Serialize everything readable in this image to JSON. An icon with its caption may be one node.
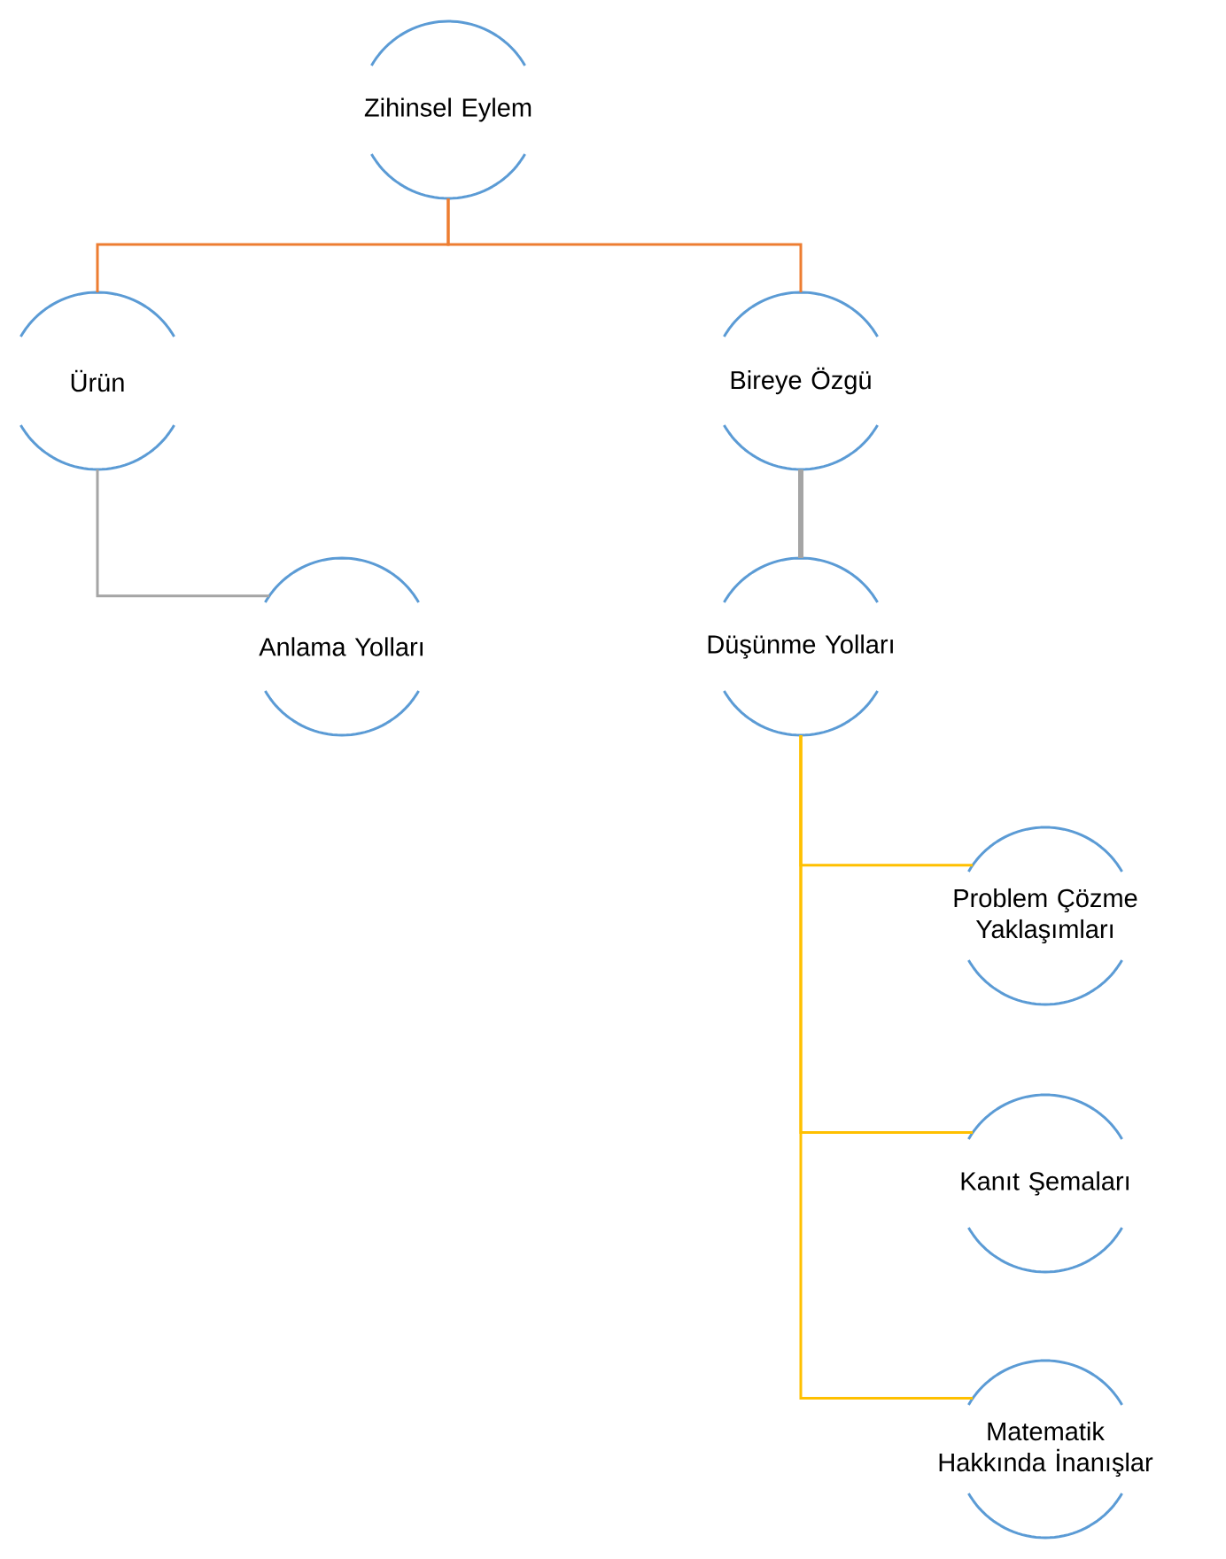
{
  "diagram": {
    "nodes": [
      {
        "text": [
          "Zihinsel Eylem"
        ]
      },
      {
        "text": [
          "Ürün"
        ]
      },
      {
        "text": [
          "Bireye Özgü"
        ]
      },
      {
        "text": [
          "Anlama Yolları"
        ]
      },
      {
        "text": [
          "Düşünme Yolları"
        ]
      },
      {
        "text": [
          "Problem Çözme Yaklaşımları"
        ]
      },
      {
        "text": [
          "Kanıt Şemaları"
        ]
      },
      {
        "text": [
          "Matematik Hakkında İnanışlar"
        ]
      }
    ],
    "edges": [
      {
        "from": 0,
        "to": 1,
        "arrow": "none",
        "color": "#ed7d31"
      },
      {
        "from": 0,
        "to": 2,
        "arrow": "none",
        "color": "#ed7d31"
      },
      {
        "from": 1,
        "to": 3,
        "arrow": "none",
        "color": "#a5a5a5"
      },
      {
        "from": 2,
        "to": 4,
        "arrow": "none",
        "color": "#a5a5a5",
        "style": "thick"
      },
      {
        "from": 4,
        "to": 5,
        "arrow": "none",
        "color": "#ffc000"
      },
      {
        "from": 4,
        "to": 6,
        "arrow": "none",
        "color": "#ffc000"
      },
      {
        "from": 4,
        "to": 7,
        "arrow": "none",
        "color": "#ffc000"
      }
    ]
  }
}
